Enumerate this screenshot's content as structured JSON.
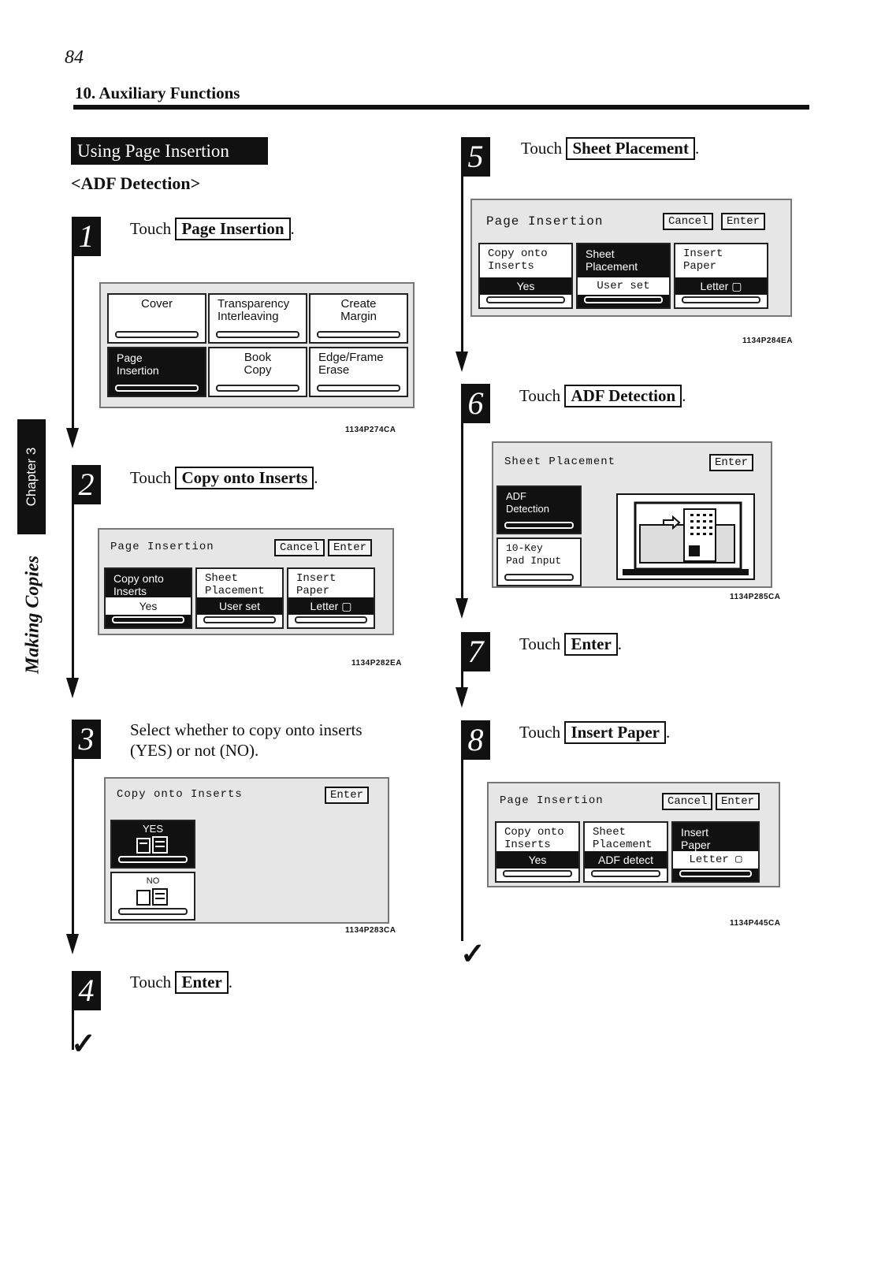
{
  "header": {
    "page_number": "84",
    "running_head": "10. Auxiliary Functions"
  },
  "section": {
    "title": "Using Page Insertion",
    "subtitle": "<ADF Detection>"
  },
  "side": {
    "chapter": "Chapter 3",
    "title": "Making Copies"
  },
  "common": {
    "touch": "Touch",
    "period": ".",
    "cancel": "Cancel",
    "enter": "Enter"
  },
  "steps": [
    {
      "number": "1",
      "key": "Page Insertion"
    },
    {
      "number": "2",
      "key": "Copy onto Inserts"
    },
    {
      "number": "3",
      "text_line1": "Select whether to copy onto inserts",
      "text_line2": "(YES) or not (NO)."
    },
    {
      "number": "4",
      "key": "Enter"
    },
    {
      "number": "5",
      "key": "Sheet Placement"
    },
    {
      "number": "6",
      "key": "ADF Detection"
    },
    {
      "number": "7",
      "key": "Enter"
    },
    {
      "number": "8",
      "key": "Insert Paper"
    }
  ],
  "figures": {
    "fig1": {
      "code": "1134P274CA",
      "cells": [
        {
          "l1": "Cover",
          "l2": ""
        },
        {
          "l1": "Transparency",
          "l2": "Interleaving"
        },
        {
          "l1": "Create",
          "l2": "Margin"
        },
        {
          "l1": "Page",
          "l2": "Insertion"
        },
        {
          "l1": "Book",
          "l2": "Copy"
        },
        {
          "l1": "Edge/Frame",
          "l2": "Erase"
        }
      ]
    },
    "fig2": {
      "code": "1134P282EA",
      "title": "Page Insertion",
      "cells": [
        {
          "l1": "Copy onto",
          "l2": "Inserts",
          "value": "Yes"
        },
        {
          "l1": "Sheet",
          "l2": "Placement",
          "value": "User set"
        },
        {
          "l1": "Insert",
          "l2": "Paper",
          "value": "Letter ▢"
        }
      ]
    },
    "fig3": {
      "code": "1134P283CA",
      "title": "Copy onto Inserts",
      "yes": "YES",
      "no": "NO"
    },
    "fig5": {
      "code": "1134P284EA",
      "title": "Page Insertion",
      "cells": [
        {
          "l1": "Copy onto",
          "l2": "Inserts",
          "value": "Yes"
        },
        {
          "l1": "Sheet",
          "l2": "Placement",
          "value": "User set"
        },
        {
          "l1": "Insert",
          "l2": "Paper",
          "value": "Letter ▢"
        }
      ]
    },
    "fig6": {
      "code": "1134P285CA",
      "title": "Sheet Placement",
      "cells": [
        {
          "l1": "ADF",
          "l2": "Detection"
        },
        {
          "l1": "10-Key",
          "l2": "Pad Input"
        }
      ]
    },
    "fig8": {
      "code": "1134P445CA",
      "title": "Page Insertion",
      "cells": [
        {
          "l1": "Copy onto",
          "l2": "Inserts",
          "value": "Yes"
        },
        {
          "l1": "Sheet",
          "l2": "Placement",
          "value": "ADF detect"
        },
        {
          "l1": "Insert",
          "l2": "Paper",
          "value": "Letter ▢"
        }
      ]
    }
  }
}
